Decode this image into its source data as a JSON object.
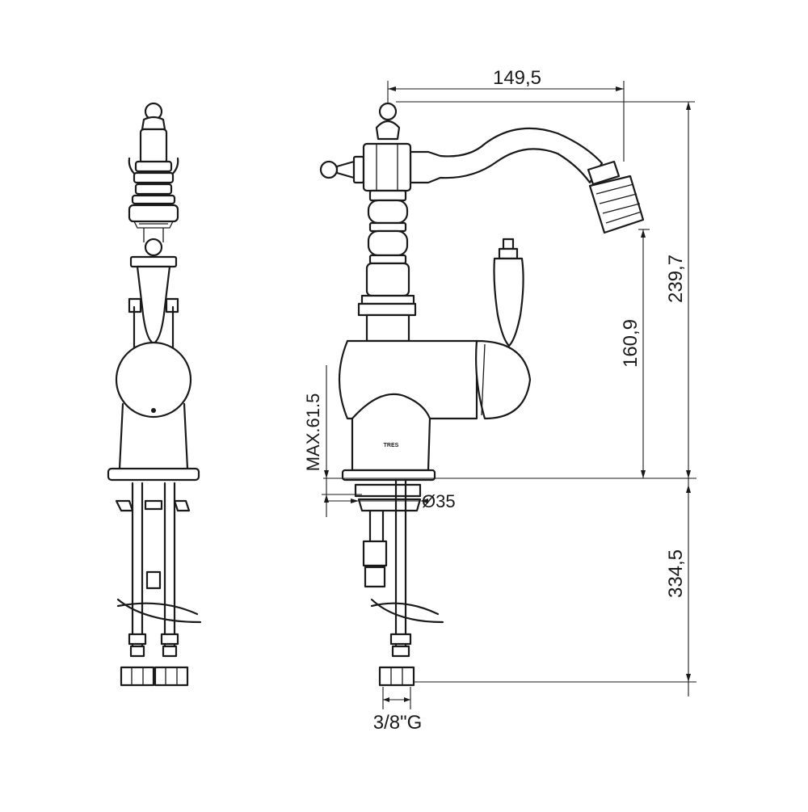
{
  "dimensions": {
    "spout_reach": "149,5",
    "total_height": "239,7",
    "spout_height": "160,9",
    "max_deck_thickness": "MAX.61.5",
    "hole_diameter": "Ø35",
    "hose_length": "334,5",
    "connection_thread": "3/8\"G"
  },
  "brand_mark": "TRES",
  "colors": {
    "line": "#1a1a1a",
    "background": "#ffffff"
  }
}
